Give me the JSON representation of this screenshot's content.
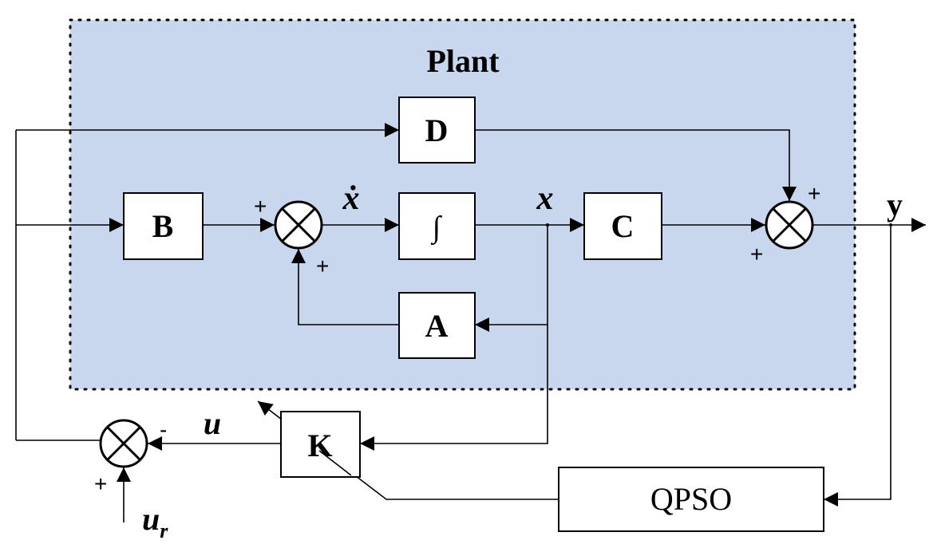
{
  "plant": {
    "title": "Plant"
  },
  "blocks": {
    "D": "D",
    "B": "B",
    "integrator": "∫",
    "C": "C",
    "A": "A",
    "K": "K",
    "QPSO": "QPSO"
  },
  "signals": {
    "x_dot": "ẋ",
    "x": "x",
    "y": "y",
    "u": "u",
    "u_r_base": "u",
    "u_r_sub": "r"
  },
  "signs": {
    "sum1_left": "+",
    "sum1_bottom": "+",
    "sum2_top": "+",
    "sum2_left": "+",
    "sum3_right": "-",
    "sum3_bottom": "+"
  },
  "colors": {
    "plant_fill": "#c8d6ee",
    "line": "#000000",
    "block_fill": "#ffffff"
  }
}
